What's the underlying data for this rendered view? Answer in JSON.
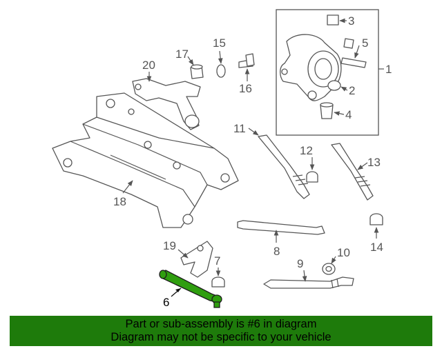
{
  "callouts": [
    {
      "id": "1",
      "label": "1"
    },
    {
      "id": "2",
      "label": "2"
    },
    {
      "id": "3",
      "label": "3"
    },
    {
      "id": "4",
      "label": "4"
    },
    {
      "id": "5",
      "label": "5"
    },
    {
      "id": "6",
      "label": "6"
    },
    {
      "id": "7",
      "label": "7"
    },
    {
      "id": "8",
      "label": "8"
    },
    {
      "id": "9",
      "label": "9"
    },
    {
      "id": "10",
      "label": "10"
    },
    {
      "id": "11",
      "label": "11"
    },
    {
      "id": "12",
      "label": "12"
    },
    {
      "id": "13",
      "label": "13"
    },
    {
      "id": "14",
      "label": "14"
    },
    {
      "id": "15",
      "label": "15"
    },
    {
      "id": "16",
      "label": "16"
    },
    {
      "id": "17",
      "label": "17"
    },
    {
      "id": "18",
      "label": "18"
    },
    {
      "id": "19",
      "label": "19"
    },
    {
      "id": "20",
      "label": "20"
    }
  ],
  "highlighted_part": "6",
  "colors": {
    "highlight": "#2f9e0f",
    "banner_background": "#1e7b0b",
    "line_art": "#555555"
  },
  "banner": {
    "line1": "Part or sub-assembly is #6 in diagram",
    "line2": "Diagram may not be specific to your vehicle"
  }
}
